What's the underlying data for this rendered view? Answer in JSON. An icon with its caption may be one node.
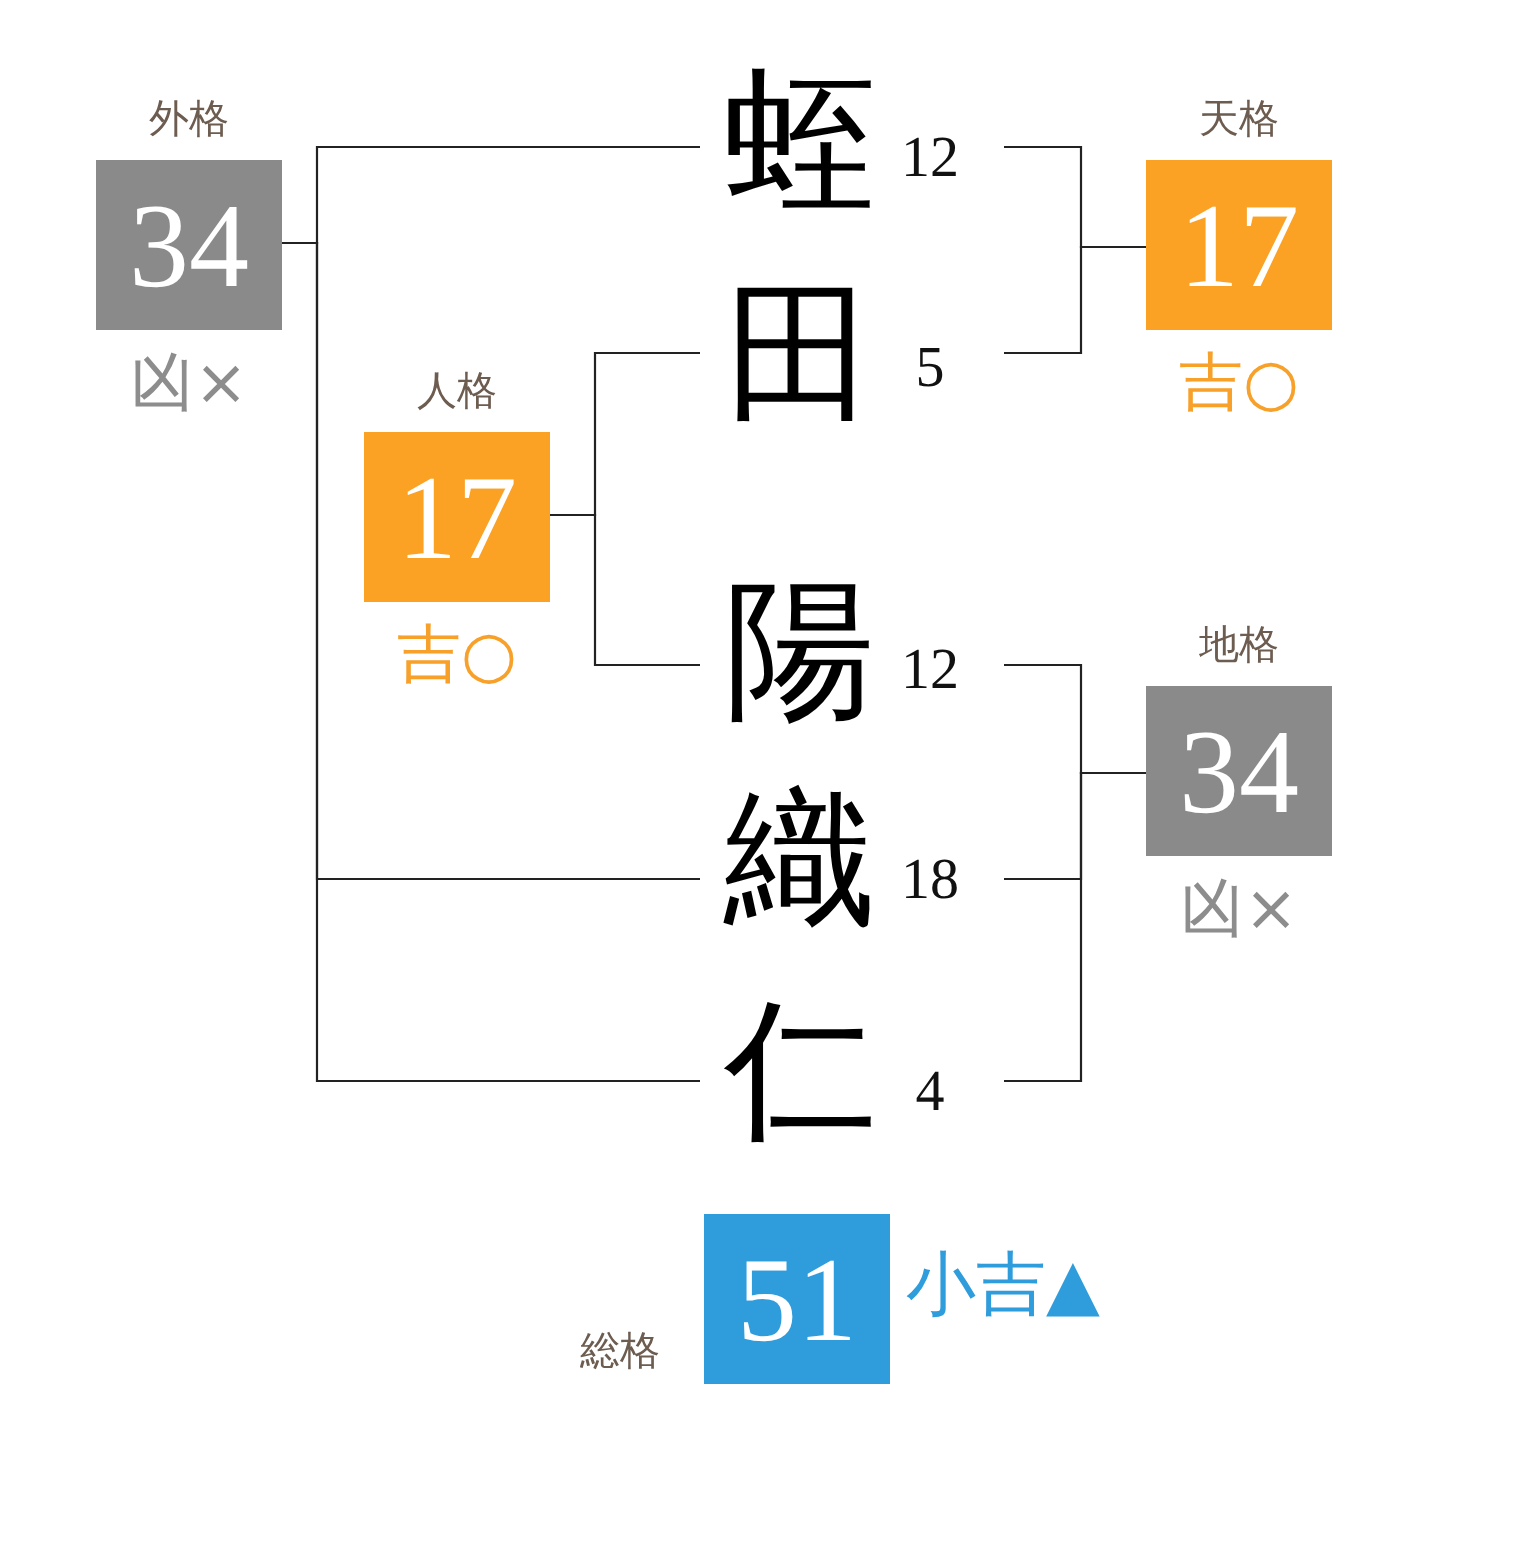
{
  "diagram": {
    "nodes": [
      {
        "text": [
          "外格",
          "34"
        ],
        "beside": [
          "凶×"
        ]
      },
      {
        "text": [
          "蛭"
        ],
        "beside": [
          "12"
        ]
      },
      {
        "text": [
          "天格",
          "17"
        ],
        "beside": [
          "吉○"
        ]
      },
      {
        "text": [
          "田"
        ],
        "beside": [
          "5"
        ]
      },
      {
        "text": [
          "人格",
          "17"
        ],
        "beside": [
          "吉○"
        ]
      },
      {
        "text": [
          "陽"
        ],
        "beside": [
          "12"
        ]
      },
      {
        "text": [
          "地格",
          "34"
        ],
        "beside": [
          "凶×"
        ]
      },
      {
        "text": [
          "織"
        ],
        "beside": [
          "18"
        ]
      },
      {
        "text": [
          "仁"
        ],
        "beside": [
          "4"
        ]
      },
      {
        "text": [
          "総格",
          "51"
        ],
        "beside": [
          "小吉▲"
        ]
      }
    ],
    "edges": [
      {
        "from": 0,
        "to": 1,
        "arrow": "none"
      },
      {
        "from": 0,
        "to": 7,
        "arrow": "none"
      },
      {
        "from": 0,
        "to": 8,
        "arrow": "none"
      },
      {
        "from": 1,
        "to": 2,
        "arrow": "none"
      },
      {
        "from": 3,
        "to": 2,
        "arrow": "none"
      },
      {
        "from": 4,
        "to": 3,
        "arrow": "none"
      },
      {
        "from": 4,
        "to": 5,
        "arrow": "none"
      },
      {
        "from": 5,
        "to": 6,
        "arrow": "none"
      },
      {
        "from": 7,
        "to": 6,
        "arrow": "none"
      },
      {
        "from": 8,
        "to": 6,
        "arrow": "none"
      }
    ]
  }
}
